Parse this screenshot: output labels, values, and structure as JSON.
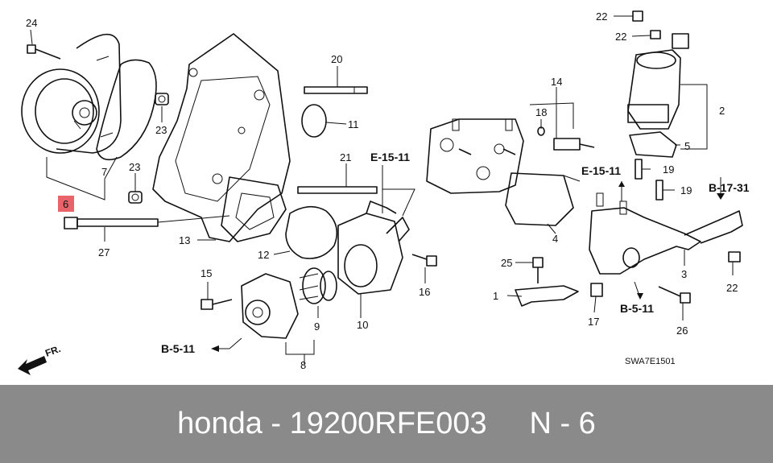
{
  "callouts": {
    "c1": "1",
    "c2": "2",
    "c3": "3",
    "c4": "4",
    "c5": "5",
    "c6": "6",
    "c7": "7",
    "c8": "8",
    "c9": "9",
    "c10": "10",
    "c11": "11",
    "c12": "12",
    "c13": "13",
    "c14": "14",
    "c15": "15",
    "c16": "16",
    "c17": "17",
    "c18": "18",
    "c19a": "19",
    "c19b": "19",
    "c20": "20",
    "c21": "21",
    "c22a": "22",
    "c22b": "22",
    "c22c": "22",
    "c23a": "23",
    "c23b": "23",
    "c24": "24",
    "c25": "25",
    "c26": "26",
    "c27": "27"
  },
  "highlight_color": "#e8636a",
  "references": {
    "e1511_top": "E-15-11",
    "e1511_mid": "E-15-11",
    "b1731": "B-17-31",
    "b511_left": "B-5-11",
    "b511_right": "B-5-11"
  },
  "front_arrow_label": "FR.",
  "diagram_code": "SWA7E1501",
  "footer": {
    "text": "honda - 19200RFE003     N - 6"
  }
}
